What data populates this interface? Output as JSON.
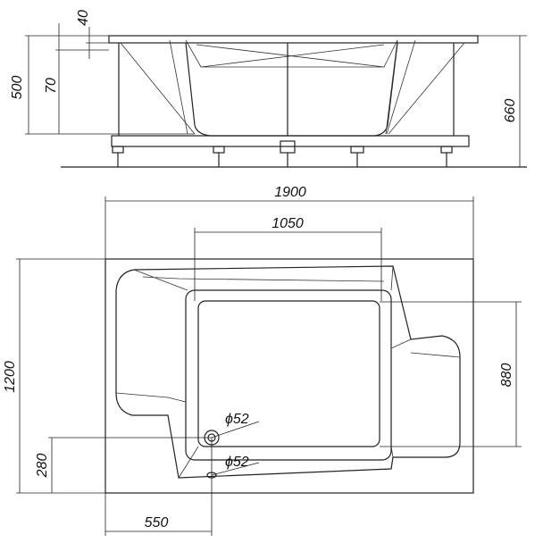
{
  "side_view": {
    "dimensions": {
      "rim_thickness": "40",
      "total_depth": "500",
      "skirt_offset": "70",
      "total_height": "660"
    }
  },
  "plan_view": {
    "dimensions": {
      "length": "1900",
      "basin_length": "1050",
      "width": "1200",
      "basin_width": "880",
      "drain_offset_y": "280",
      "drain_offset_x": "550"
    },
    "drain_label": "ϕ52",
    "overflow_label": "ϕ52"
  }
}
